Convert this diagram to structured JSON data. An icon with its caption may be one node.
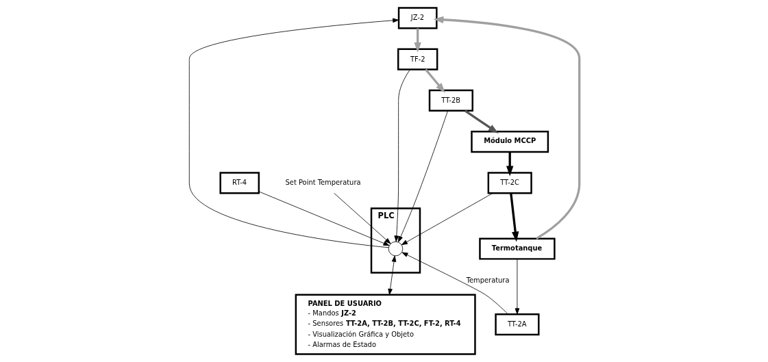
{
  "diagram": {
    "nodes": [
      {
        "text": [
          "PLC"
        ]
      },
      {
        "text": [],
        "shape": "circle",
        "in": 0
      },
      {
        "text": [
          "RT-4"
        ]
      },
      {
        "text": [
          "Set Point Temperatura"
        ]
      },
      {
        "text": [
          "PANEL DE USUARIO",
          "- Mandos **JZ-2**",
          "- Sensores **TT-2A, TT-2B, TT-2C, FT-2, RT-4**",
          "- Visualización Gráfica y Objeto",
          "- Alarmas de Estado"
        ]
      },
      {
        "text": [
          "JZ-2"
        ]
      },
      {
        "text": [
          "TF-2"
        ]
      },
      {
        "text": [
          "TT-2B"
        ]
      },
      {
        "text": [
          "TT-2A"
        ]
      },
      {
        "text": [
          "Termotanque"
        ]
      },
      {
        "text": [
          "Módulo MCCP"
        ]
      },
      {
        "text": [
          "TT-2C"
        ]
      }
    ],
    "edges": [
      {
        "from": 2,
        "to": 1,
        "arrow": "to"
      },
      {
        "from": 3,
        "to": 1,
        "arrow": "to"
      },
      {
        "from": 1,
        "to": 4,
        "arrow": "both"
      },
      {
        "from": 11,
        "to": 1,
        "arrow": "to"
      },
      {
        "from": 7,
        "to": 1,
        "arrow": "to"
      },
      {
        "from": 8,
        "to": 1,
        "arrow": "to",
        "label": "Temperatura"
      },
      {
        "from": 1,
        "to": 5,
        "arrow": "to"
      },
      {
        "from": 6,
        "to": 1,
        "arrow": "to"
      },
      {
        "from": 9,
        "to": 5,
        "arrow": "to",
        "style": "thick",
        "color": "#a0a0a0"
      },
      {
        "from": 5,
        "to": 6,
        "arrow": "to",
        "style": "thick",
        "color": "#a0a0a0"
      },
      {
        "from": 6,
        "to": 7,
        "arrow": "to",
        "style": "thick",
        "color": "#a0a0a0"
      },
      {
        "from": 7,
        "to": 10,
        "arrow": "to",
        "style": "thick",
        "color": "#555555"
      },
      {
        "from": 10,
        "to": 11,
        "arrow": "to",
        "style": "thick"
      },
      {
        "from": 11,
        "to": 9,
        "arrow": "to",
        "style": "thick"
      },
      {
        "from": 9,
        "to": 8,
        "arrow": "to"
      }
    ]
  }
}
